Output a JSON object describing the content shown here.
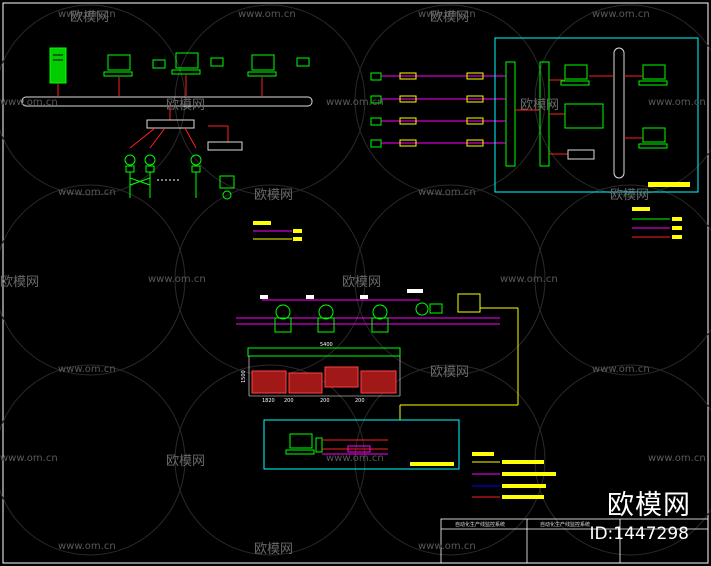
{
  "watermark": {
    "url_text": "www.om.cn",
    "logo_text": "欧模网"
  },
  "brand": {
    "name": "欧模网",
    "id_label": "ID:1447298"
  },
  "dimensions": {
    "top": "5400",
    "left": "1500",
    "d1": "1820",
    "d2": "200",
    "d3": "200",
    "d4": "200"
  },
  "title_block": {
    "cell1": "自动化生产线监控系统",
    "cell2": "自动化生产线监控系统"
  },
  "colors": {
    "background": "#000000",
    "frame": "#ffffff",
    "equipment": "#00ff00",
    "bus": "#ff00ff",
    "control": "#ff2020",
    "signal": "#ffff00",
    "panel": "#00ffff",
    "tank": "#a01818"
  },
  "icons": [
    "server-icon",
    "workstation-icon",
    "printer-icon",
    "switch-icon",
    "sensor-icon",
    "pump-icon",
    "motor-icon",
    "keyboard-icon"
  ]
}
